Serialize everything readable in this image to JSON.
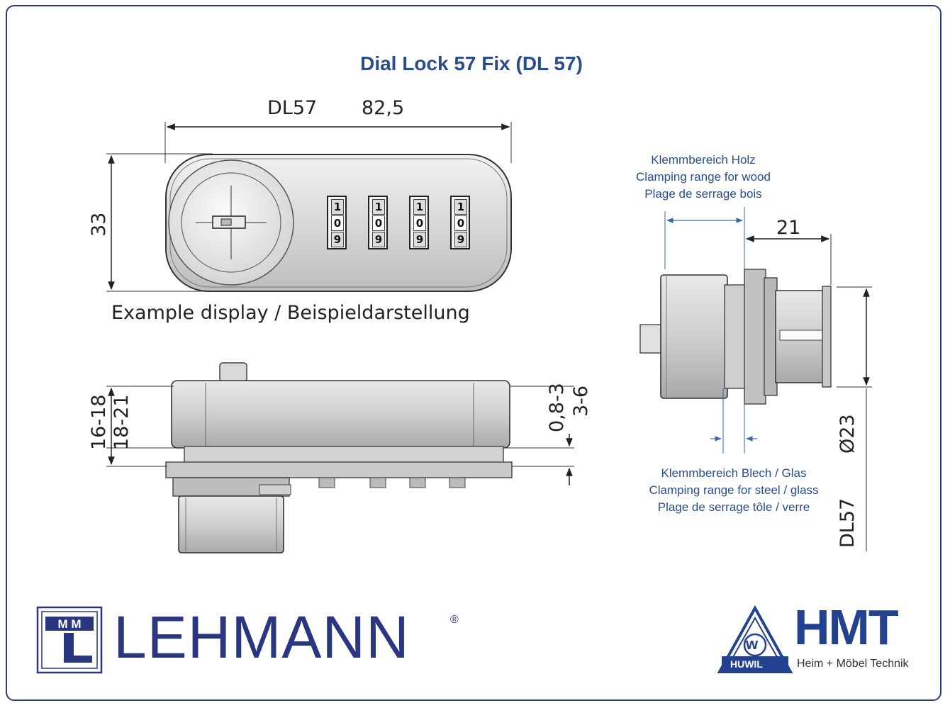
{
  "title": "Dial Lock 57 Fix (DL 57)",
  "front_view": {
    "width_model": "DL57",
    "width_value": "82,5",
    "height_value": "33",
    "caption": "Example display / Beispieldarstellung",
    "dial_digits": [
      "1",
      "0",
      "9"
    ]
  },
  "side_view": {
    "height_a": "16-18",
    "height_b": "18-21",
    "thickness_a": "0,8-3",
    "thickness_b": "3-6"
  },
  "end_view": {
    "wood_range": [
      "Klemmbereich Holz",
      "Clamping range for wood",
      "Plage de serrage bois"
    ],
    "length_value": "21",
    "diameter_value": "Ø23",
    "model_label": "DL57",
    "steel_range": [
      "Klemmbereich Blech / Glas",
      "Clamping range for steel / glass",
      "Plage de serrage tôle / verre"
    ]
  },
  "logos": {
    "lehmann": "LEHMANN",
    "lehmann_registered": "®",
    "lehmann_monogram": "M M L",
    "hmt": "HMT",
    "hmt_subtitle": "Heim + Möbel Technik",
    "huwil": "HUWIL",
    "huwil_letter": "w"
  },
  "colors": {
    "accent_blue": "#2a4d8c",
    "frame": "#2b3b78",
    "logo_blue": "#2a3680"
  }
}
